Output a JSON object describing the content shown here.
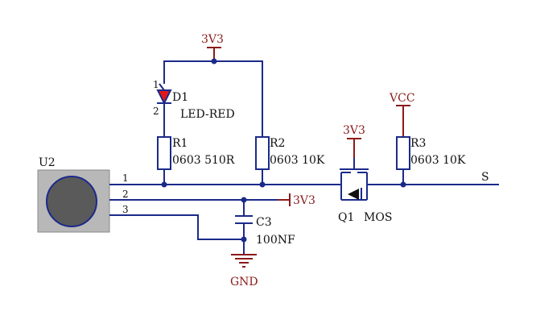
{
  "colors": {
    "wire": "#1b2a8a",
    "power": "#8b1a1a",
    "led_fill": "#e01818",
    "sensor_body": "#b8b8b8",
    "sensor_disc": "#5a5a5a"
  },
  "power": {
    "top_3v3": "3V3",
    "mos_3v3": "3V3",
    "vcc": "VCC",
    "side_3v3": "3V3",
    "gnd": "GND"
  },
  "components": {
    "d1": {
      "ref": "D1",
      "value": "LED-RED",
      "pin1": "1",
      "pin2": "2"
    },
    "r1": {
      "ref": "R1",
      "value": "0603 510R"
    },
    "r2": {
      "ref": "R2",
      "value": "0603 10K"
    },
    "r3": {
      "ref": "R3",
      "value": "0603 10K"
    },
    "q1": {
      "ref": "Q1",
      "value": "MOS"
    },
    "c3": {
      "ref": "C3",
      "value": "100NF"
    },
    "u2": {
      "ref": "U2",
      "pins": [
        "1",
        "2",
        "3"
      ]
    }
  },
  "nets": {
    "signal": "S"
  }
}
